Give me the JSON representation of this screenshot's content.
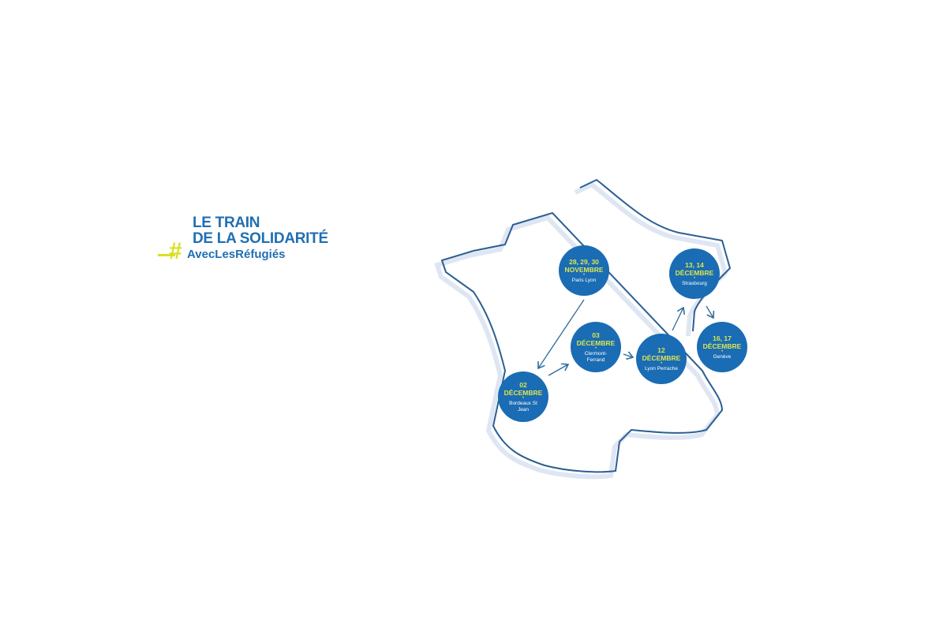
{
  "logo": {
    "line1": "LE TRAIN",
    "line2": "DE LA SOLIDARITÉ",
    "hashtag_symbol": "#",
    "hashtag": "AvecLesRéfugiés"
  },
  "colors": {
    "brand_blue": "#1a6cb4",
    "accent_yellow": "#d9e021"
  },
  "stops": [
    {
      "days": "28, 29, 30",
      "month": "NOVEMBRE",
      "city": "Paris Lyon"
    },
    {
      "days": "02",
      "month": "DÉCEMBRE",
      "city": "Bordeaux St Jean"
    },
    {
      "days": "03",
      "month": "DÉCEMBRE",
      "city": "Clermont-Ferrand"
    },
    {
      "days": "12",
      "month": "DÉCEMBRE",
      "city": "Lyon Perrache"
    },
    {
      "days": "13, 14",
      "month": "DÉCEMBRE",
      "city": "Strasbourg"
    },
    {
      "days": "16, 17",
      "month": "DÉCEMBRE",
      "city": "Genève"
    }
  ]
}
